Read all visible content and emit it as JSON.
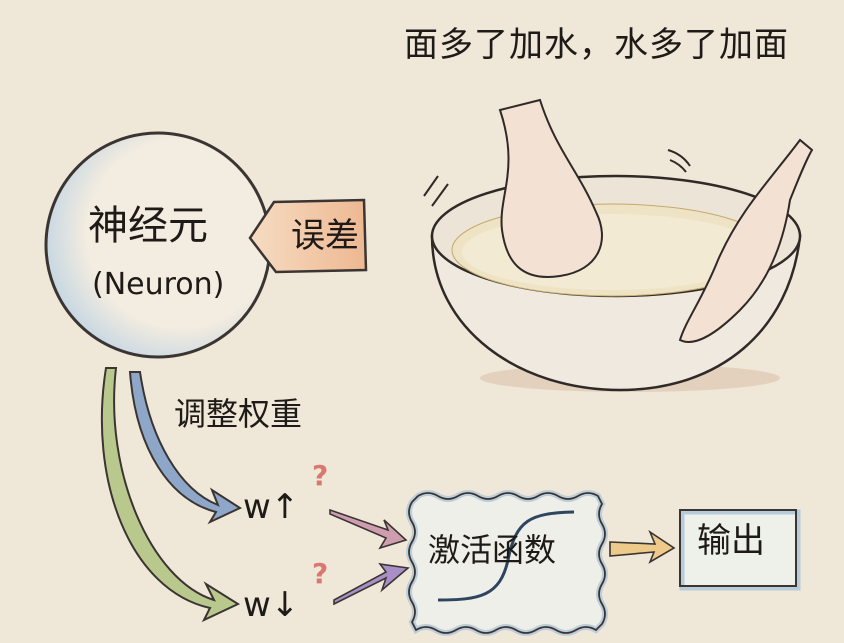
{
  "caption": "面多了加水，水多了加面",
  "neuron": {
    "label_cn": "神经元",
    "label_en": "(Neuron)"
  },
  "error_tag": {
    "label": "误差"
  },
  "adjust_label": "调整权重",
  "weight_up": {
    "label": "w↑",
    "question": "?"
  },
  "weight_down": {
    "label": "w↓",
    "question": "?"
  },
  "activation": {
    "label": "激活函数"
  },
  "output": {
    "label": "输出"
  },
  "illustration": {
    "subject": "hands-kneading-dough-in-bowl"
  },
  "colors": {
    "background": "#efe7d7",
    "ink": "#1e1a17",
    "arrow_blue": "#8ea7c8",
    "arrow_green": "#b9c98e",
    "arrow_pink": "#cf9cb0",
    "arrow_purple": "#a98fc7",
    "arrow_yellow": "#edc98a",
    "error_tag": "#f0c9a6",
    "question": "#d9786f",
    "box_shadow_blue": "#b8cbdb"
  }
}
